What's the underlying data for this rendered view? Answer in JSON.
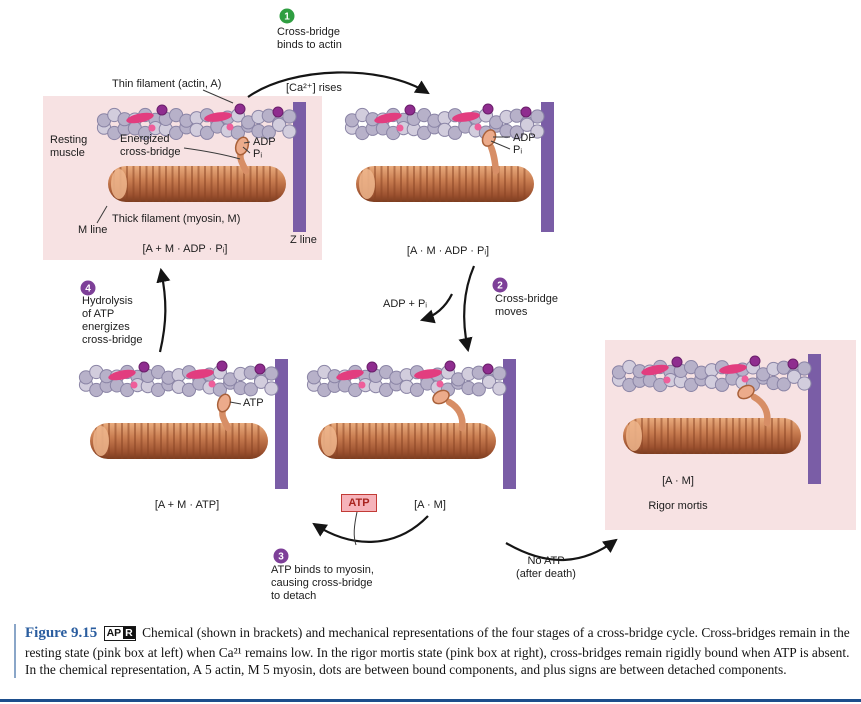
{
  "steps": [
    {
      "num": "1",
      "label": "Cross-bridge\nbinds to actin",
      "color": "#2f9e41"
    },
    {
      "num": "2",
      "label": "Cross-bridge\nmoves",
      "color": "#7d3f98"
    },
    {
      "num": "3",
      "label": "ATP binds to myosin,\ncausing cross-bridge\nto detach",
      "color": "#7d3f98"
    },
    {
      "num": "4",
      "label": "Hydrolysis\nof ATP\nenergizes\ncross-bridge",
      "color": "#7d3f98"
    }
  ],
  "labels": {
    "thin_filament": "Thin filament (actin, A)",
    "ca_rises": "[Ca²⁺] rises",
    "resting_muscle": "Resting\nmuscle",
    "energized_cross_bridge": "Energized\ncross-bridge",
    "adp": "ADP",
    "pi": "Pᵢ",
    "thick_filament": "Thick filament (myosin, M)",
    "m_line": "M line",
    "z_line": "Z line",
    "adp_plus_pi": "ADP + Pᵢ",
    "atp": "ATP",
    "no_atp": "No ATP\n(after death)",
    "rigor_mortis": "Rigor mortis"
  },
  "states": {
    "resting": "[A + M · ADP · Pᵢ]",
    "bound": "[A · M · ADP · Pᵢ]",
    "atp_bound": "[A + M · ATP]",
    "moved": "[A · M]",
    "rigor": "[A · M]"
  },
  "atp_badge": "ATP",
  "caption": {
    "figure_label": "Figure 9.15",
    "badge_left": "AP",
    "badge_right": "R",
    "text": "Chemical (shown in brackets) and mechanical representations of the four stages of a cross-bridge cycle. Cross-bridges remain in the resting state (pink box at left) when Ca²¹ remains low. In the rigor mortis state (pink box at right), cross-bridges remain rigidly bound when ATP is absent. In the chemical representation, A 5 actin, M 5 myosin, dots are between bound components, and plus signs are between detached components."
  },
  "colors": {
    "highlight_box": "#f7e2e3",
    "z_line": "#7a5da6",
    "thick_filament": "#c87c50",
    "cross_bridge": "#ecab8b",
    "step1_badge": "#2f9e41",
    "step_badge_purple": "#7d3f98",
    "atp_badge_bg": "#f6b3ba",
    "atp_badge_border": "#c23b36",
    "figure_label_blue": "#2a5d9f",
    "bottom_rule_blue": "#1d4e8c"
  }
}
